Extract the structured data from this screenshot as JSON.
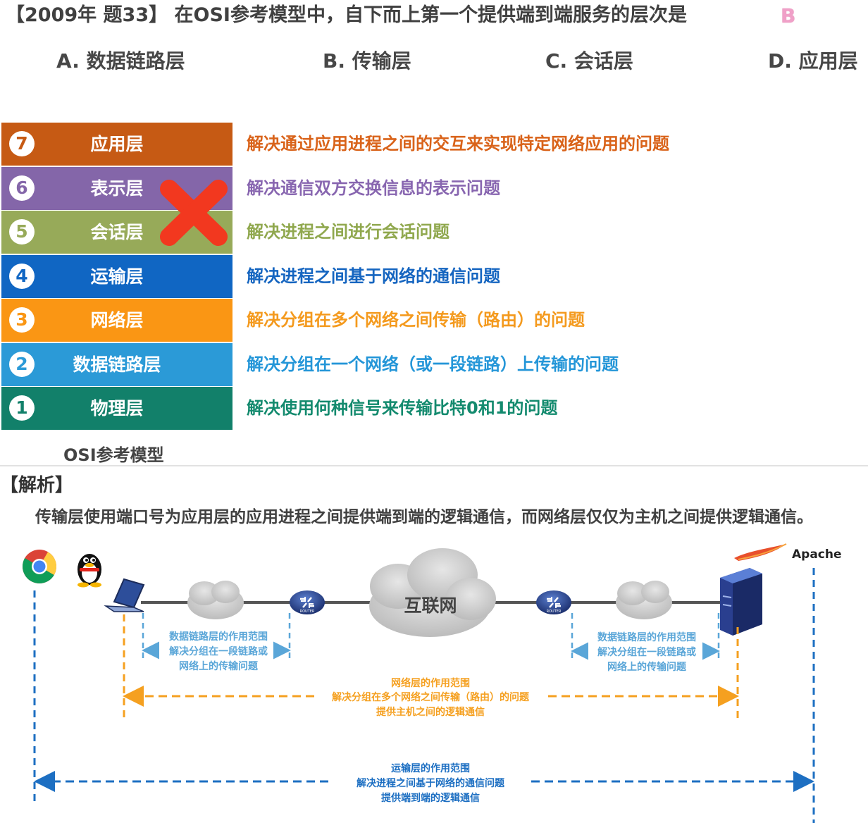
{
  "question": {
    "text": "【2009年 题33】 在OSI参考模型中，自下而上第一个提供端到端服务的层次是",
    "answer": "B"
  },
  "options": [
    {
      "label": "A. 数据链路层"
    },
    {
      "label": "B. 传输层"
    },
    {
      "label": "C. 会话层"
    },
    {
      "label": "D. 应用层"
    }
  ],
  "layers": [
    {
      "num": "7",
      "name": "应用层",
      "desc": "解决通过应用进程之间的交互来实现特定网络应用的问题",
      "color": "#c65a14",
      "desc_color": "#d9631a"
    },
    {
      "num": "6",
      "name": "表示层",
      "desc": "解决通信双方交换信息的表示问题",
      "color": "#8466a9",
      "desc_color": "#8866b0"
    },
    {
      "num": "5",
      "name": "会话层",
      "desc": "解决进程之间进行会话问题",
      "color": "#97aa59",
      "desc_color": "#90a84e"
    },
    {
      "num": "4",
      "name": "运输层",
      "desc": "解决进程之间基于网络的通信问题",
      "color": "#1066c3",
      "desc_color": "#1565c0"
    },
    {
      "num": "3",
      "name": "网络层",
      "desc": "解决分组在多个网络之间传输（路由）的问题",
      "color": "#fa9614",
      "desc_color": "#f49a1e"
    },
    {
      "num": "2",
      "name": "数据链路层",
      "desc": "解决分组在一个网络（或一段链路）上传输的问题",
      "color": "#2b9ad7",
      "desc_color": "#2496d8"
    },
    {
      "num": "1",
      "name": "物理层",
      "desc": "解决使用何种信号来传输比特0和1的问题",
      "color": "#12806a",
      "desc_color": "#138a6e"
    }
  ],
  "model_caption": "OSI参考模型",
  "cross_mark_color": "#f2381f",
  "analysis": {
    "title": "【解析】",
    "text": "传输层使用端口号为应用层的应用进程之间提供端到端的逻辑通信，而网络层仅仅为主机之间提供逻辑通信。"
  },
  "diagram": {
    "internet_label": "互联网",
    "router_label": "ROUTER",
    "server_label": "Apache",
    "datalink_left": [
      "数据链路层的作用范围",
      "解决分组在一段链路或",
      "网络上的传输问题"
    ],
    "datalink_right": [
      "数据链路层的作用范围",
      "解决分组在一段链路或",
      "网络上的传输问题"
    ],
    "network": [
      "网络层的作用范围",
      "解决分组在多个网络之间传输（路由）的问题",
      "提供主机之间的逻辑通信"
    ],
    "transport": [
      "运输层的作用范围",
      "解决进程之间基于网络的通信问题",
      "提供端到端的逻辑通信"
    ],
    "colors": {
      "datalink": "#5aa6d8",
      "network": "#f5a020",
      "transport": "#1d6fc2"
    }
  }
}
